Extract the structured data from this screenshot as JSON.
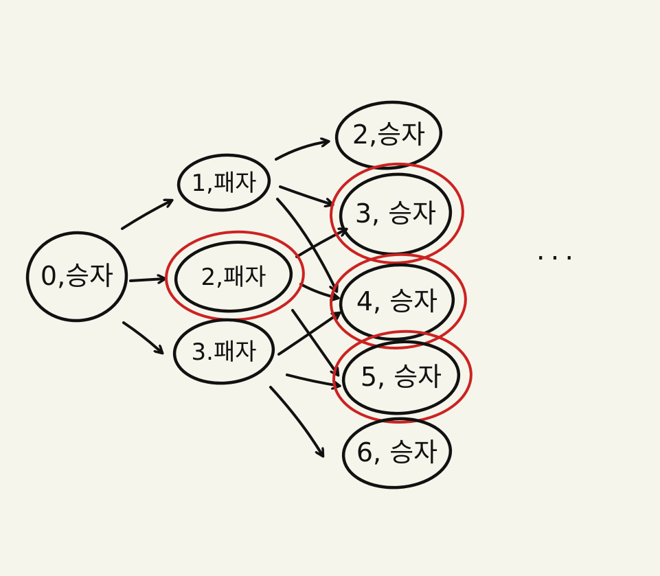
{
  "colors": {
    "background": "#f5f5eb",
    "ink": "#111111",
    "highlight": "#cc2222"
  },
  "nodes": [
    {
      "id": "n0",
      "label": "0,승자",
      "highlighted": false
    },
    {
      "id": "n1",
      "label": "1,패자",
      "highlighted": false
    },
    {
      "id": "n2",
      "label": "2,패자",
      "highlighted": true
    },
    {
      "id": "n3",
      "label": "3.패자",
      "highlighted": false
    },
    {
      "id": "r2",
      "label": "2,승자",
      "highlighted": false
    },
    {
      "id": "r3",
      "label": "3, 승자",
      "highlighted": true
    },
    {
      "id": "r4",
      "label": "4, 승자",
      "highlighted": true
    },
    {
      "id": "r5",
      "label": "5, 승자",
      "highlighted": true
    },
    {
      "id": "r6",
      "label": "6, 승자",
      "highlighted": false
    }
  ],
  "edges": [
    {
      "from": "n0",
      "to": "n1"
    },
    {
      "from": "n0",
      "to": "n2"
    },
    {
      "from": "n0",
      "to": "n3"
    },
    {
      "from": "n1",
      "to": "r2"
    },
    {
      "from": "n1",
      "to": "r3"
    },
    {
      "from": "n1",
      "to": "r4"
    },
    {
      "from": "n2",
      "to": "r3"
    },
    {
      "from": "n2",
      "to": "r4"
    },
    {
      "from": "n2",
      "to": "r5"
    },
    {
      "from": "n3",
      "to": "r4"
    },
    {
      "from": "n3",
      "to": "r5"
    },
    {
      "from": "n3",
      "to": "r6"
    }
  ],
  "continuation": "..."
}
